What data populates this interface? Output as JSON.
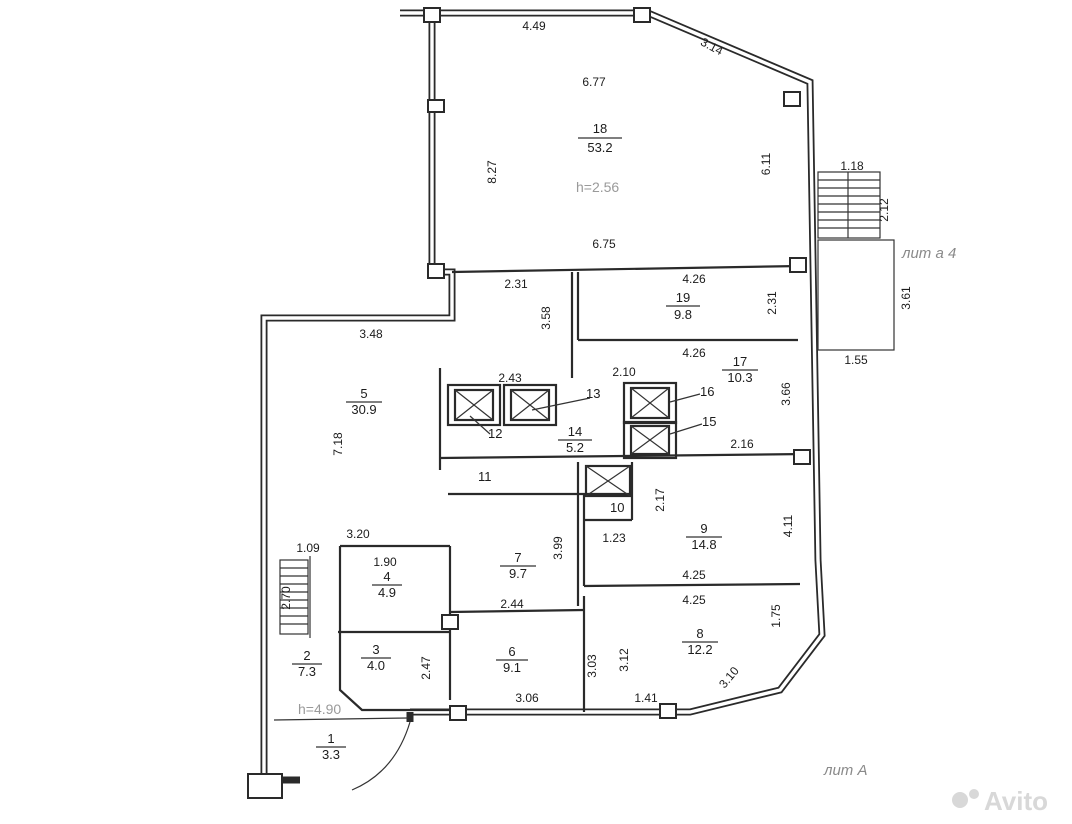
{
  "rooms": [
    {
      "id": "18",
      "num": "18",
      "area": "53.2"
    },
    {
      "id": "19",
      "num": "19",
      "area": "9.8"
    },
    {
      "id": "17",
      "num": "17",
      "area": "10.3"
    },
    {
      "id": "5",
      "num": "5",
      "area": "30.9"
    },
    {
      "id": "14",
      "num": "14",
      "area": "5.2"
    },
    {
      "id": "9",
      "num": "9",
      "area": "14.8"
    },
    {
      "id": "7",
      "num": "7",
      "area": "9.7"
    },
    {
      "id": "4",
      "num": "4",
      "area": "4.9"
    },
    {
      "id": "2",
      "num": "2",
      "area": "7.3"
    },
    {
      "id": "3",
      "num": "3",
      "area": "4.0"
    },
    {
      "id": "6",
      "num": "6",
      "area": "9.1"
    },
    {
      "id": "8",
      "num": "8",
      "area": "12.2"
    },
    {
      "id": "1",
      "num": "1",
      "area": "3.3"
    }
  ],
  "labels": {
    "r13": "13",
    "r16": "16",
    "r15": "15",
    "r12": "12",
    "r11": "11",
    "r10": "10"
  },
  "dims": {
    "d449": "4.49",
    "d314": "3.14",
    "d677": "6.77",
    "d827": "8.27",
    "d611": "6.11",
    "d675": "6.75",
    "d118": "1.18",
    "d212": "2.12",
    "d231a": "2.31",
    "d426a": "4.26",
    "d358": "3.58",
    "d231b": "2.31",
    "d361": "3.61",
    "d348": "3.48",
    "d155": "1.55",
    "d426b": "4.26",
    "d243": "2.43",
    "d210": "2.10",
    "d366": "3.66",
    "d718": "7.18",
    "d216": "2.16",
    "d217": "2.17",
    "d411": "4.11",
    "d320": "3.20",
    "d109": "1.09",
    "d190": "1.90",
    "d399": "3.99",
    "d123": "1.23",
    "d425a": "4.25",
    "d425b": "4.25",
    "d270": "2.70",
    "d244": "2.44",
    "d175": "1.75",
    "d247": "2.47",
    "d303": "3.03",
    "d312": "3.12",
    "d310": "3.10",
    "d306": "3.06",
    "d141": "1.41"
  },
  "heights": {
    "h1": "h=2.56",
    "h2": "h=4.90"
  },
  "lit_a4": "лит а 4",
  "lit_a": "лит А",
  "watermark": "Avito"
}
